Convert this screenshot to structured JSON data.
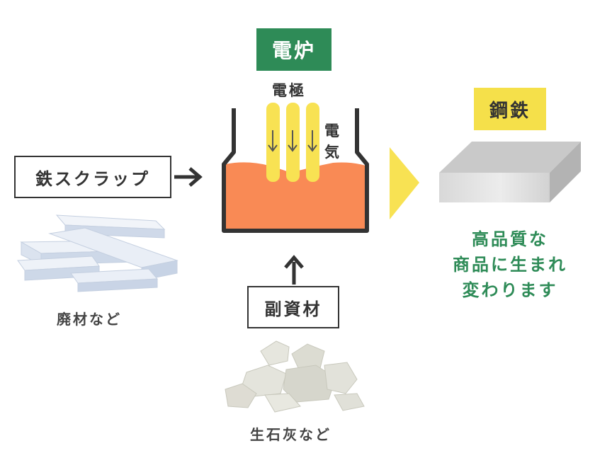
{
  "colors": {
    "furnace_tag_bg": "#2e8b57",
    "steel_tag_bg": "#f5e04a",
    "molten": "#f98a55",
    "electrode": "#f8e253",
    "flow_arrow": "#f8e253",
    "result_text": "#2e8b57",
    "outline": "#333333"
  },
  "furnace": {
    "title": "電炉",
    "electrode_label": "電極",
    "electricity_label": "電気"
  },
  "inputs": {
    "scrap_label": "鉄スクラップ",
    "scrap_caption": "廃材など",
    "additive_label": "副資材",
    "additive_caption": "生石灰など"
  },
  "output": {
    "steel_label": "鋼鉄",
    "result_lines": [
      "高品質な",
      "商品に生まれ",
      "変わります"
    ]
  },
  "icons": {
    "scrap_arrow": "arrow-right-icon",
    "additive_arrow": "arrow-up-icon",
    "electrode_arrow": "arrow-down-icon",
    "flow_arrow": "triangle-right-icon"
  }
}
